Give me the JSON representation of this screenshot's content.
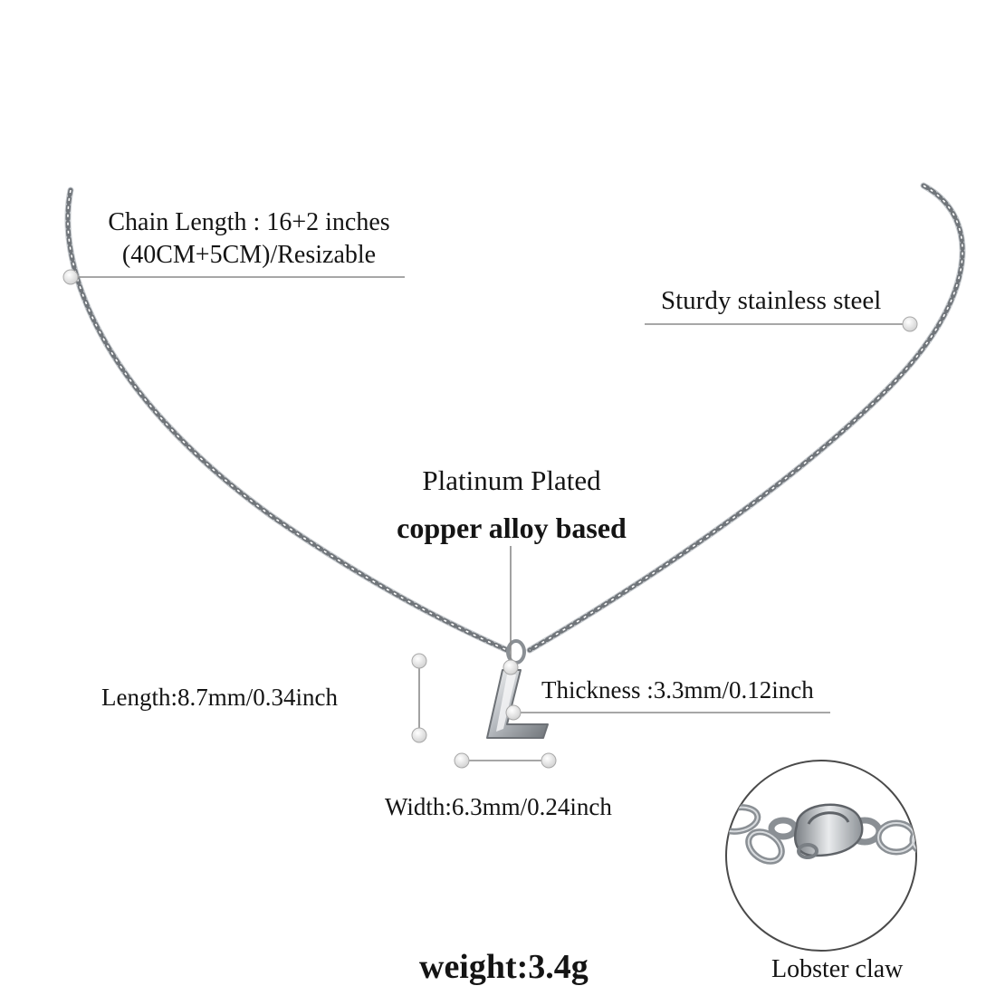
{
  "labels": {
    "chain_length_line1": "Chain Length : 16+2 inches",
    "chain_length_line2": "(40CM+5CM)/Resizable",
    "material_chain": "Sturdy stainless steel",
    "plating_line1": "Platinum Plated",
    "plating_line2": "copper alloy based",
    "length": "Length:8.7mm/0.34inch",
    "thickness": "Thickness :3.3mm/0.12inch",
    "width": "Width:6.3mm/0.24inch",
    "weight": "weight:3.4g",
    "clasp": "Lobster claw"
  },
  "pendant_letter": "L",
  "colors": {
    "background": "#ffffff",
    "text": "#141414",
    "leader_line": "#8a8a8a",
    "marker_dot": "#d9d9d9",
    "chain_metal": "#9aa0a6"
  }
}
